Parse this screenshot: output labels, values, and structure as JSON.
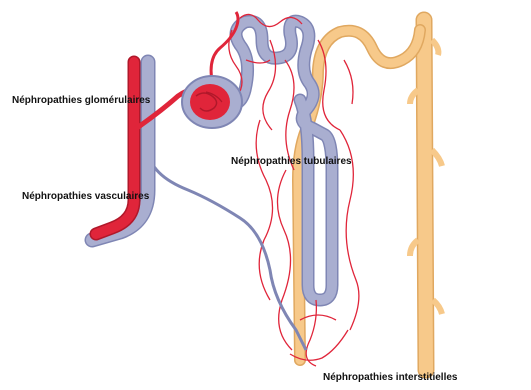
{
  "labels": {
    "glomerular": "Néphropathies glomérulaires",
    "vascular": "Néphropathies vasculaires",
    "tubular": "Néphropathies tubulaires",
    "interstitial": "Néphropathies interstitielles"
  },
  "colors": {
    "artery": "#e0253a",
    "artery_dark": "#b0182a",
    "vein": "#a9aed0",
    "vein_dark": "#7f86b4",
    "tubule": "#f7c98a",
    "tubule_dark": "#e0a860",
    "capillary": "#e0253a"
  }
}
